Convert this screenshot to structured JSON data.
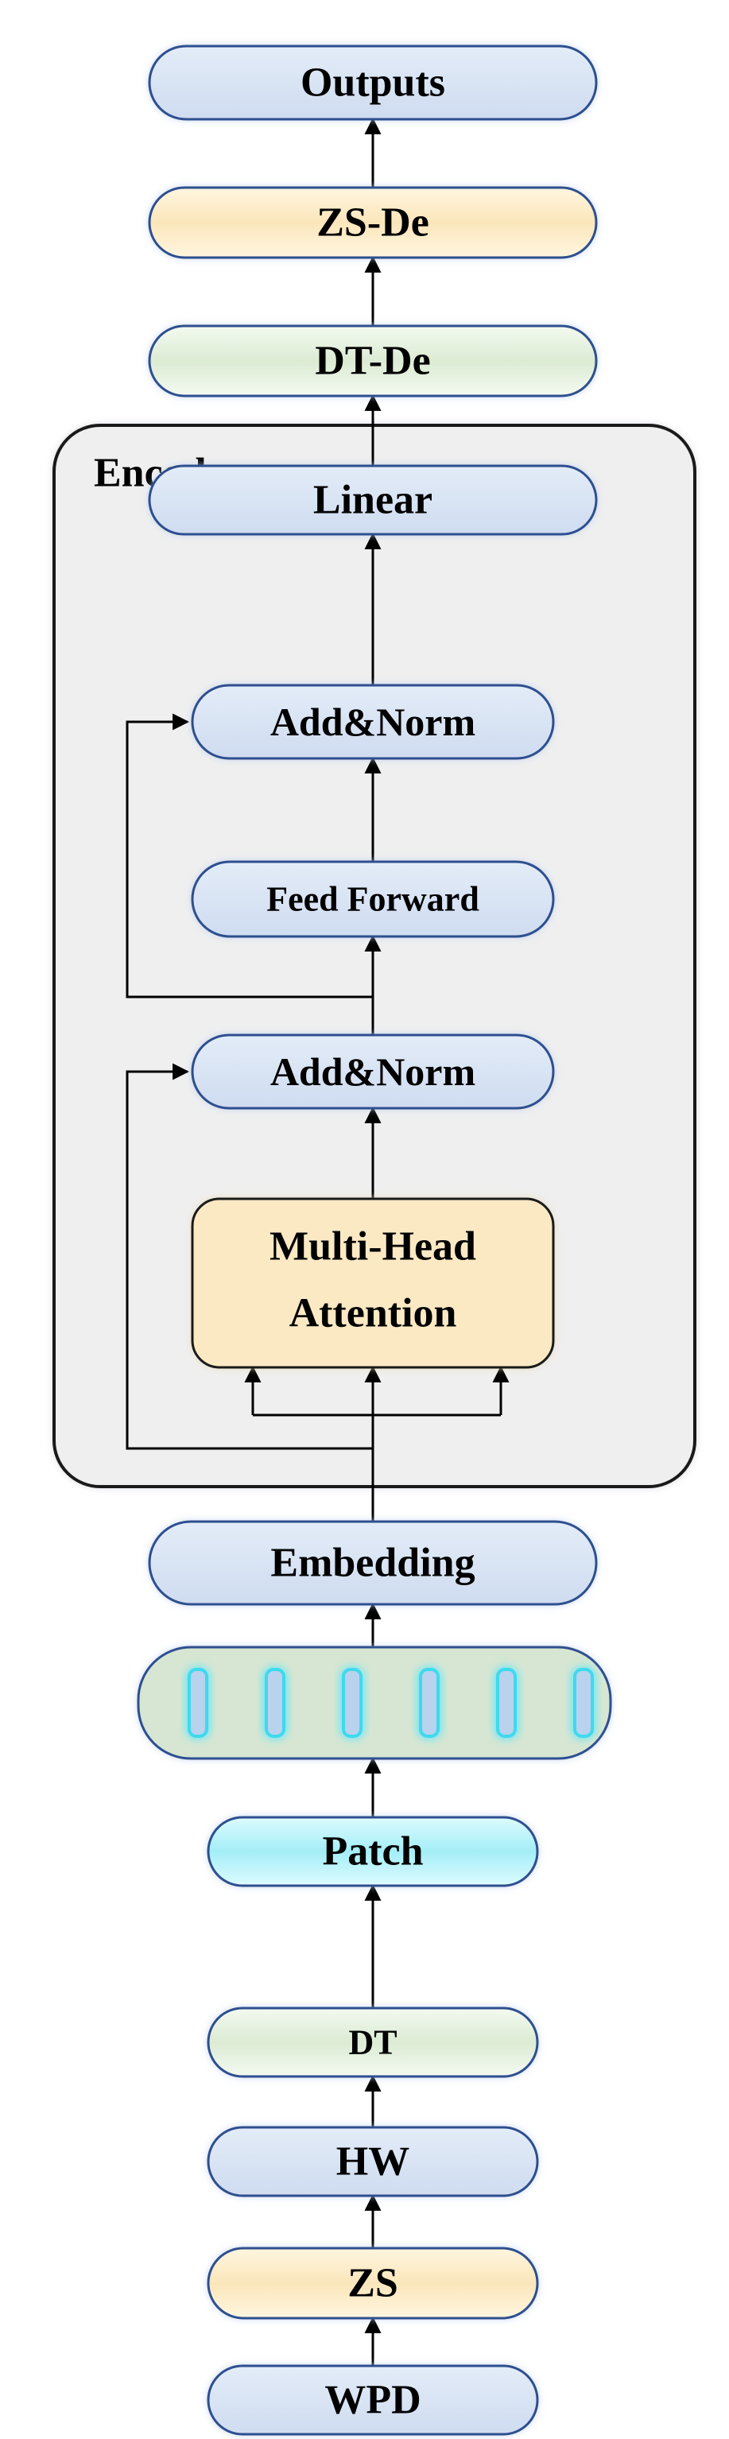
{
  "diagram": {
    "blocks": {
      "outputs": "Outputs",
      "zs_de": "ZS-De",
      "dt_de": "DT-De",
      "linear": "Linear",
      "embedding": "Embedding",
      "patch": "Patch",
      "dt": "DT",
      "hw": "HW",
      "zs": "ZS",
      "wpd": "WPD"
    },
    "encoder": {
      "title": "Encoder",
      "add_norm_top": "Add&Norm",
      "feed_forward": "Feed Forward",
      "add_norm_bottom": "Add&Norm",
      "attention_line1": "Multi-Head",
      "attention_line2": "Attention"
    },
    "colors": {
      "blue_fill": "#d7e3f4",
      "blue_stroke": "#2e4f8f",
      "glow": "#b3ccef",
      "cream": "#fbe9c4",
      "mint": "#e2efdc",
      "cyan": "#a6eff7",
      "patch_strip": "#d6e6d2",
      "encoder_bg": "#f0f0f0",
      "arrow": "#000000"
    }
  }
}
